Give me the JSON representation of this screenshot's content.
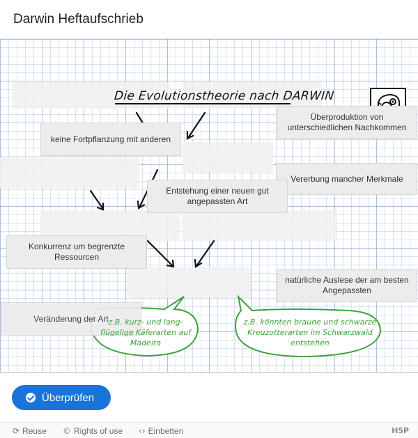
{
  "header": {
    "title": "Darwin Heftaufschrieb"
  },
  "board": {
    "heading": "Die Evolutionstheorie nach DARWIN",
    "logo_icon": "bug-stamp-icon",
    "draggables": [
      {
        "id": "fortpflanzung",
        "label": "keine Fortpflanzung mit anderen"
      },
      {
        "id": "ueberproduktion",
        "label": "Überproduktion von unterschiedlichen Nachkommen"
      },
      {
        "id": "vererbung",
        "label": "Vererbung mancher Merkmale"
      },
      {
        "id": "entstehung",
        "label": "Entstehung einer neuen gut angepassten Art"
      },
      {
        "id": "konkurrenz",
        "label": "Konkurrenz um begrenzte Ressourcen"
      },
      {
        "id": "auslese",
        "label": "natürliche Auslese der am besten Angepassten"
      },
      {
        "id": "veraenderung",
        "label": "Veränderung der Art"
      }
    ],
    "bubbles": [
      {
        "text": "z.B. kurz- und lang-flügelige Käferarten auf Madeira",
        "color": "#3aa336"
      },
      {
        "text": "z.B. könnten braune und schwarze Kreuzotterarten im Schwarzwald entstehen",
        "color": "#3aa336"
      }
    ]
  },
  "buttons": {
    "check_label": "Überprüfen",
    "check_color": "#1a73d9"
  },
  "actions": {
    "reuse": "Reuse",
    "rights": "Rights of use",
    "embed": "Einbetten",
    "brand": "H5P"
  }
}
